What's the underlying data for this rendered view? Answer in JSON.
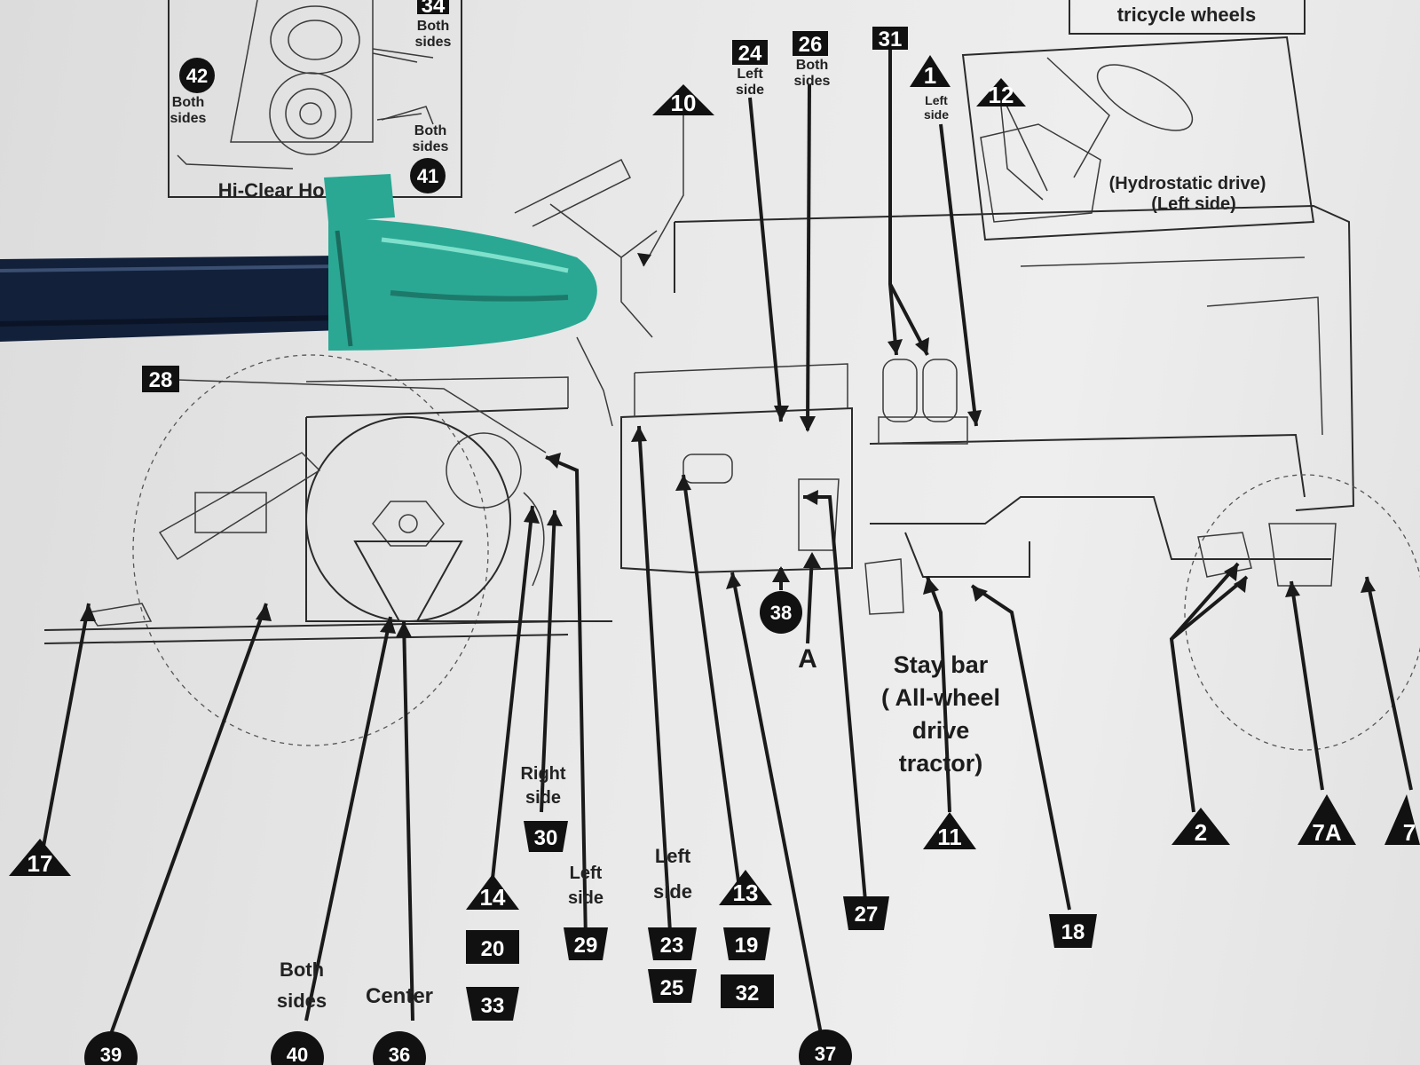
{
  "insets": {
    "hiclear_title": "Hi-Clear Housing",
    "top_right_caption": "tricycle wheels",
    "hydrostatic_caption": "(Hydrostatic drive)",
    "hydrostatic_sub": "(Left side)"
  },
  "labels": {
    "both_sides": "Both",
    "sides": "sides",
    "left": "Left",
    "right": "Right",
    "side": "side",
    "center": "Center",
    "stay_bar": "Stay bar",
    "all_wheel": "( All-wheel",
    "drive": "drive",
    "tractor": "tractor)",
    "letter_a": "A"
  },
  "callouts": {
    "n1": "1",
    "n2": "2",
    "n7": "7",
    "n7a": "7A",
    "n10": "10",
    "n11": "11",
    "n12": "12",
    "n13": "13",
    "n14": "14",
    "n17": "17",
    "n18": "18",
    "n19": "19",
    "n20": "20",
    "n23": "23",
    "n24": "24",
    "n25": "25",
    "n26": "26",
    "n27": "27",
    "n28": "28",
    "n29": "29",
    "n30": "30",
    "n31": "31",
    "n32": "32",
    "n33": "33",
    "n34": "34",
    "n36": "36",
    "n37": "37",
    "n38": "38",
    "n39": "39",
    "n40": "40",
    "n41": "41",
    "n42": "42"
  },
  "colors": {
    "ink": "#111111",
    "paper": "#e7e7e7",
    "pen_body": "#12203a",
    "pen_cap": "#2aa894"
  },
  "objects": {
    "pen": "pen-with-green-cap"
  }
}
